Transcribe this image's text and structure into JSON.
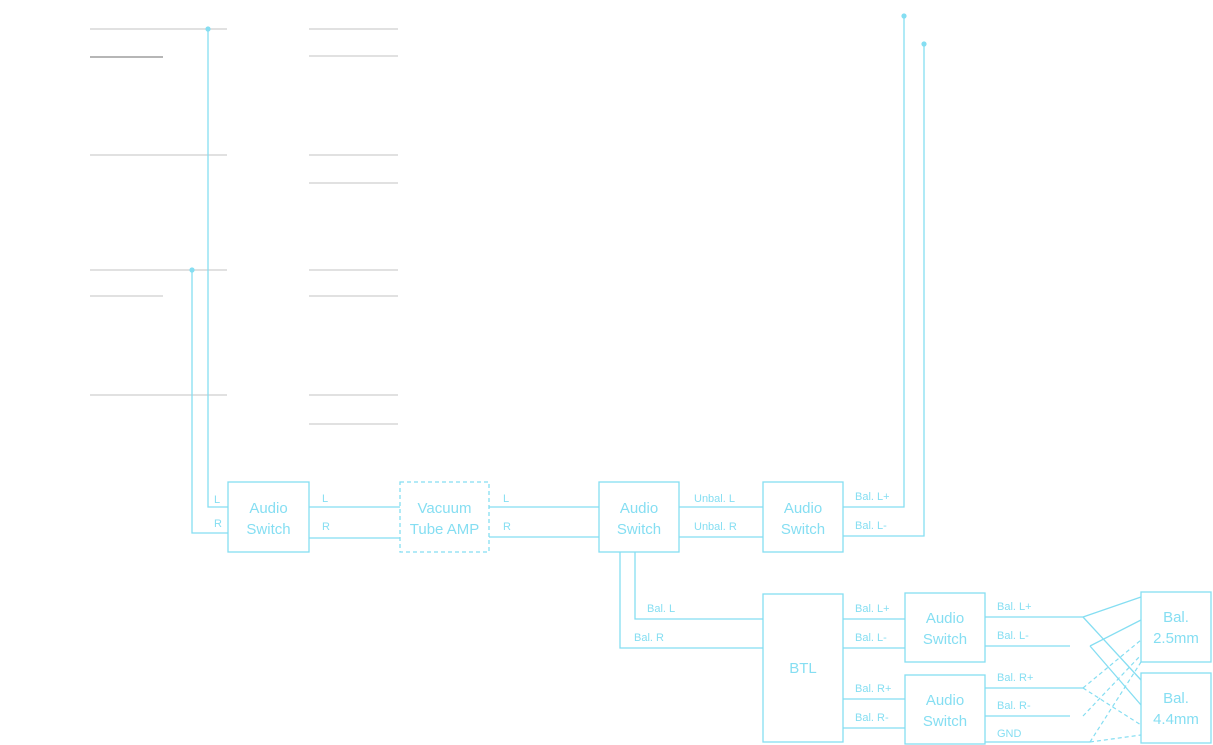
{
  "blocks": {
    "switch1": [
      "Audio",
      "Switch"
    ],
    "amp": [
      "Vacuum",
      "Tube AMP"
    ],
    "switch2": [
      "Audio",
      "Switch"
    ],
    "switch3": [
      "Audio",
      "Switch"
    ],
    "btl": "BTL",
    "switch4": [
      "Audio",
      "Switch"
    ],
    "switch5": [
      "Audio",
      "Switch"
    ],
    "jack25": [
      "Bal.",
      "2.5mm"
    ],
    "jack44": [
      "Bal.",
      "4.4mm"
    ]
  },
  "signals": {
    "in_l": "L",
    "in_r": "R",
    "amp_in_l": "L",
    "amp_in_r": "R",
    "amp_out_l": "L",
    "amp_out_r": "R",
    "unbal_l": "Unbal. L",
    "unbal_r": "Unbal. R",
    "bal_lp_top": "Bal. L+",
    "bal_lm_top": "Bal. L-",
    "bal_l": "Bal. L",
    "bal_r": "Bal. R",
    "btl_lp": "Bal. L+",
    "btl_lm": "Bal. L-",
    "btl_rp": "Bal. R+",
    "btl_rm": "Bal. R-",
    "out_lp": "Bal. L+",
    "out_lm": "Bal. L-",
    "out_rp": "Bal. R+",
    "out_rm": "Bal. R-",
    "gnd": "GND"
  },
  "colors": {
    "wire": "#85def2",
    "guide": "#cfcfcf"
  }
}
